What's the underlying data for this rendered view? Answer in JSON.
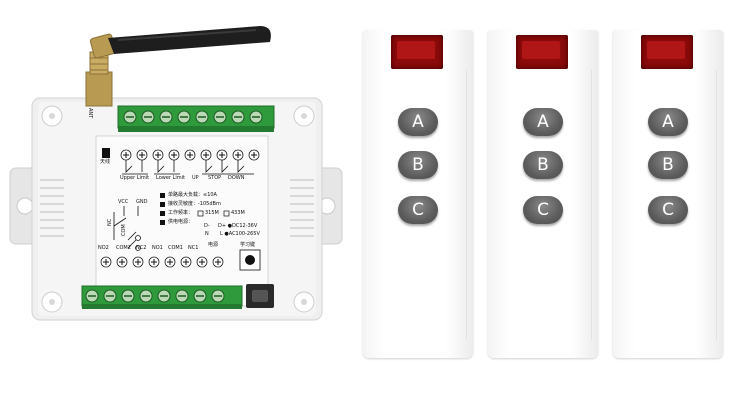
{
  "receiver": {
    "ant_label": "ANT",
    "led_label": "天线",
    "max_load": "单路最大负载：≤10A",
    "sensitivity": "接收灵敏度：-105dBm",
    "frequency_label": "工作频率：",
    "freq_315": "315M",
    "freq_433": "433M",
    "power_label": "供电电源：",
    "dc_voltage": "D+ ●DC12-36V",
    "ac_voltage": "L ●AC100-265V",
    "upper_limit": "Upper Limit",
    "lower_limit": "Lower Limit",
    "up": "UP",
    "stop": "STOP",
    "down": "DOWN",
    "vcc": "VCC",
    "gnd": "GND",
    "com": "COM",
    "nc": "NC",
    "d_minus": "D-",
    "n": "N",
    "power_mark": "电源",
    "learn_key": "学习键",
    "terminals": [
      "NO2",
      "COM2",
      "NC2",
      "NO1",
      "COM1",
      "NC1"
    ]
  },
  "remotes": [
    {
      "buttons": [
        "A",
        "B",
        "C"
      ]
    },
    {
      "buttons": [
        "A",
        "B",
        "C"
      ]
    },
    {
      "buttons": [
        "A",
        "B",
        "C"
      ]
    }
  ]
}
